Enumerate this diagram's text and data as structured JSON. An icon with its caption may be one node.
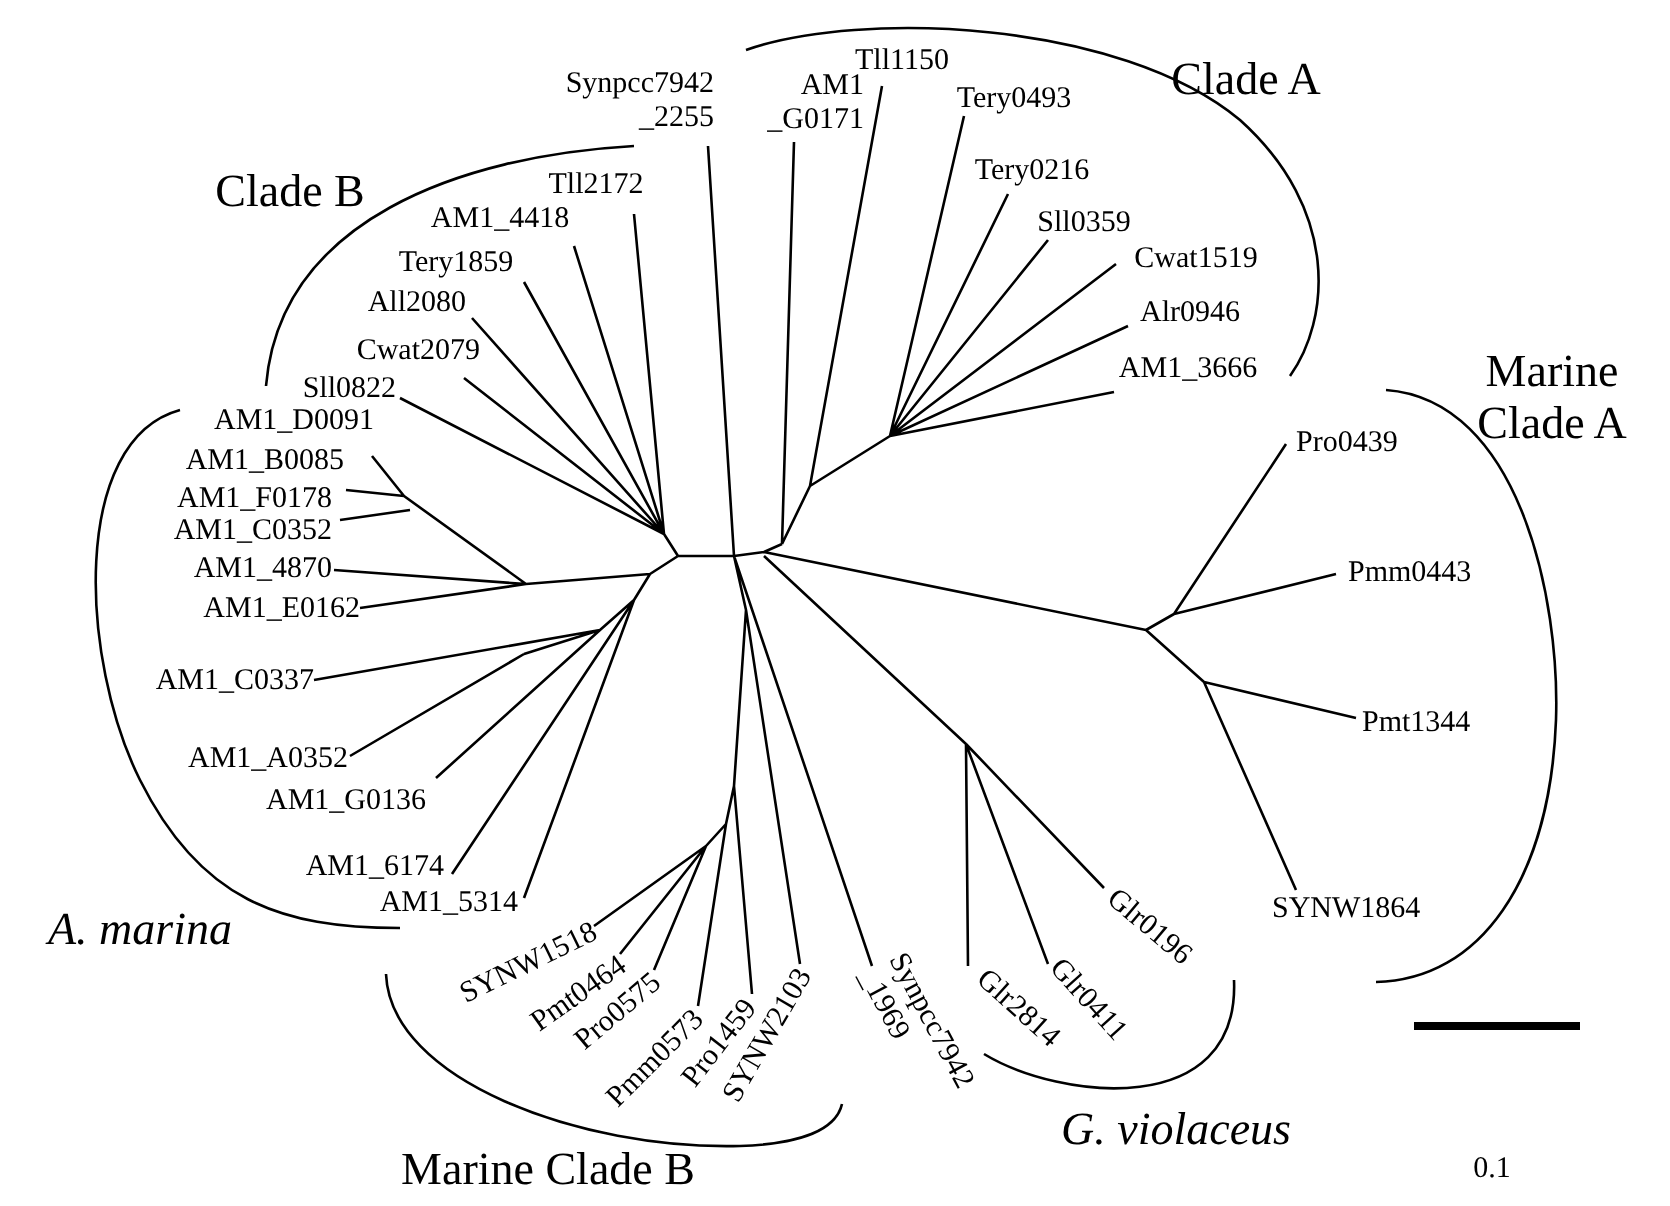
{
  "diagram": {
    "labels": [
      "Synpcc7942 _2255",
      "AM1 _G0171",
      "Tll1150",
      "Clade A",
      "Tery0493",
      "Tery0216",
      "Clade B",
      "Tll2172",
      "AM1_4418",
      "Sll0359",
      "Tery1859",
      "Cwat1519",
      "All2080",
      "Alr0946",
      "Cwat2079",
      "AM1_3666",
      "Marine Clade A",
      "Sll0822",
      "AM1_D0091",
      "Pro0439",
      "AM1_B0085",
      "AM1_F0178",
      "AM1_C0352",
      "AM1_4870",
      "Pmm0443",
      "AM1_E0162",
      "AM1_C0337",
      "Pmt1344",
      "AM1_A0352",
      "AM1_G0136",
      "AM1_6174",
      "AM1_5314",
      "SYNW1864",
      "A. marina",
      "SYNW1518",
      "Pmt0464",
      "Pro0575",
      "Pmm0573",
      "Pro1459",
      "SYNW2103",
      "Synpcc7942 _1969",
      "Glr0196",
      "Glr0411",
      "Glr2814",
      "G. violaceus",
      "Marine Clade B",
      "0.1"
    ]
  }
}
